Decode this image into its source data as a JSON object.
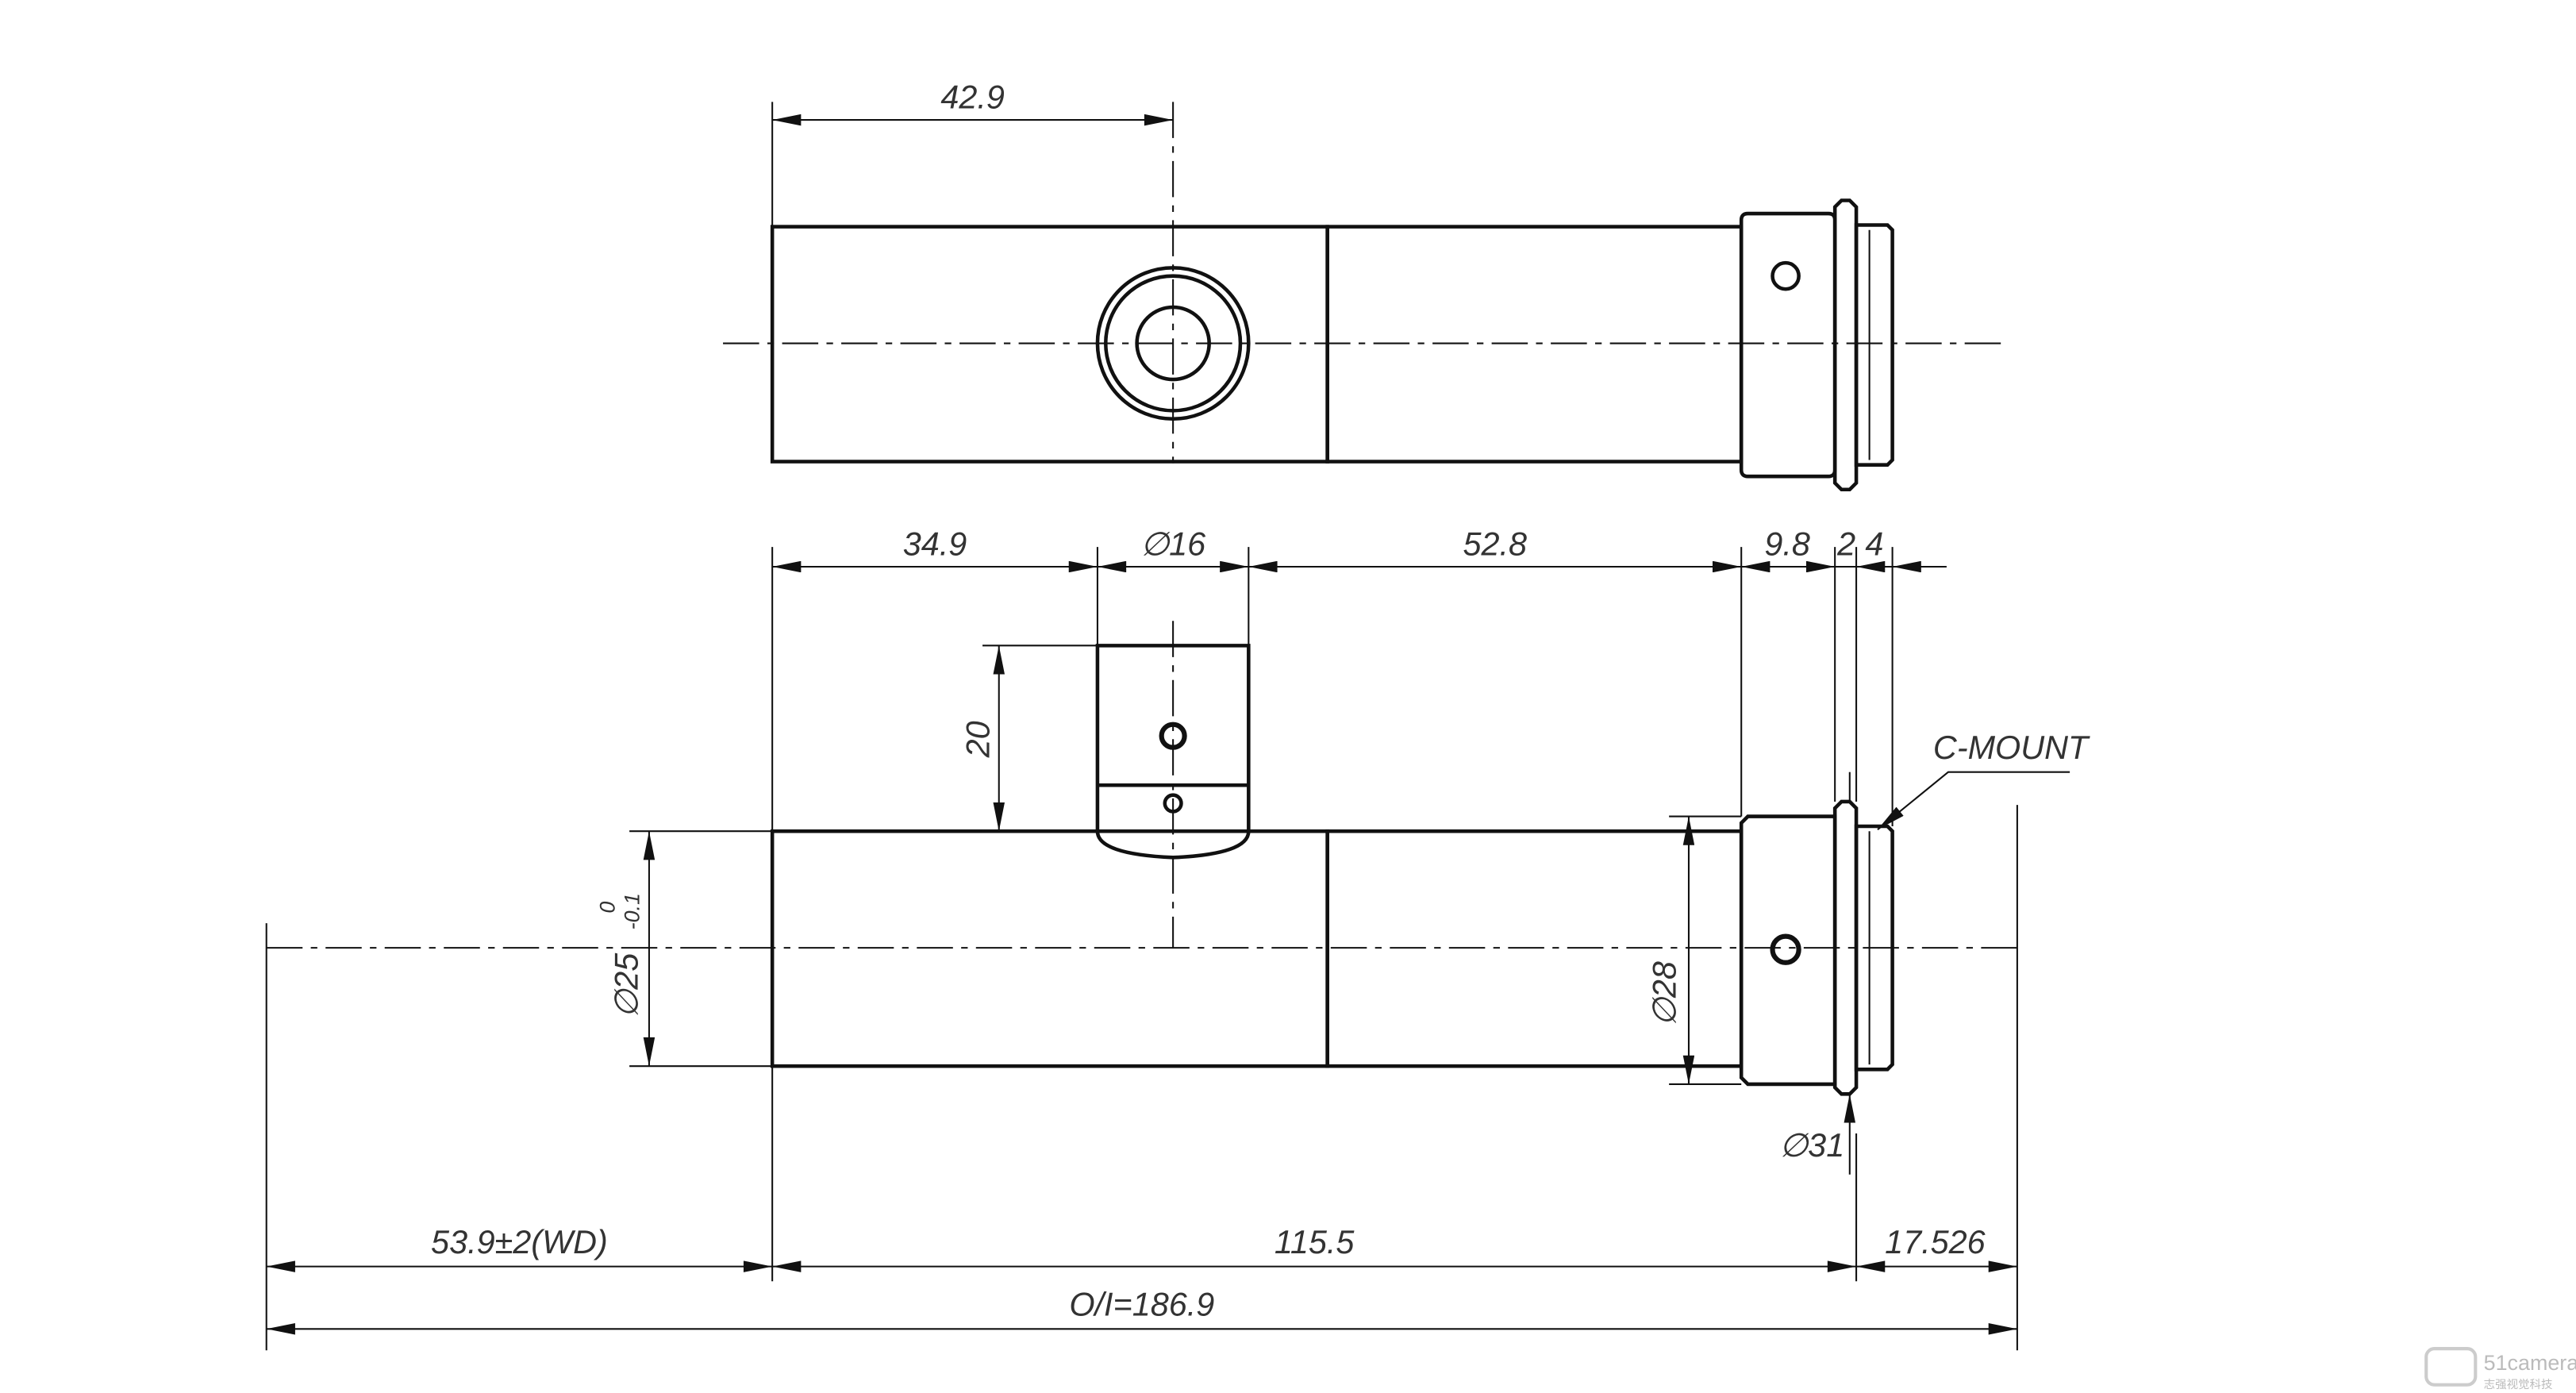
{
  "top_view": {
    "dim_offset": "42.9"
  },
  "side_view": {
    "dims_top": [
      "34.9",
      "∅16",
      "52.8",
      "9.8",
      "2",
      "4"
    ],
    "height": "20",
    "dia_body": "∅25",
    "tol_upper": "0",
    "tol_lower": "-0.1",
    "dia_flange": "∅28",
    "dia_ring": "∅31",
    "mount_label": "C-MOUNT"
  },
  "bottom_dims": {
    "wd": "53.9±2(WD)",
    "length": "115.5",
    "flange_back": "17.526",
    "total": "O/I=186.9"
  },
  "watermark": {
    "brand": "51camera",
    "subtitle": "志强视觉科技"
  }
}
